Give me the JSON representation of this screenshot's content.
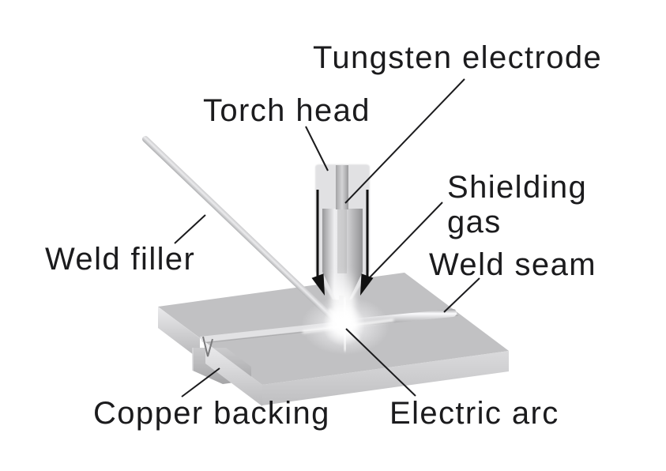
{
  "diagram": {
    "subject": "TIG welding process diagram",
    "labels": {
      "tungsten_electrode": "Tungsten electrode",
      "torch_head": "Torch head",
      "shielding_gas": [
        "Shielding",
        "gas"
      ],
      "weld_seam": "Weld seam",
      "weld_filler": "Weld filler",
      "copper_backing": "Copper backing",
      "electric_arc": "Electric arc"
    },
    "colors": {
      "background": "#ffffff",
      "ink": "#1b1b1d",
      "plate_gray": "#c1c1c3",
      "face_light": "#ebebed",
      "metal_highlight": "#fbfbfd",
      "metal_shadow": "#8e8e90",
      "shroud_gray": "#e1e1e3",
      "arrow_black": "#111111"
    }
  }
}
